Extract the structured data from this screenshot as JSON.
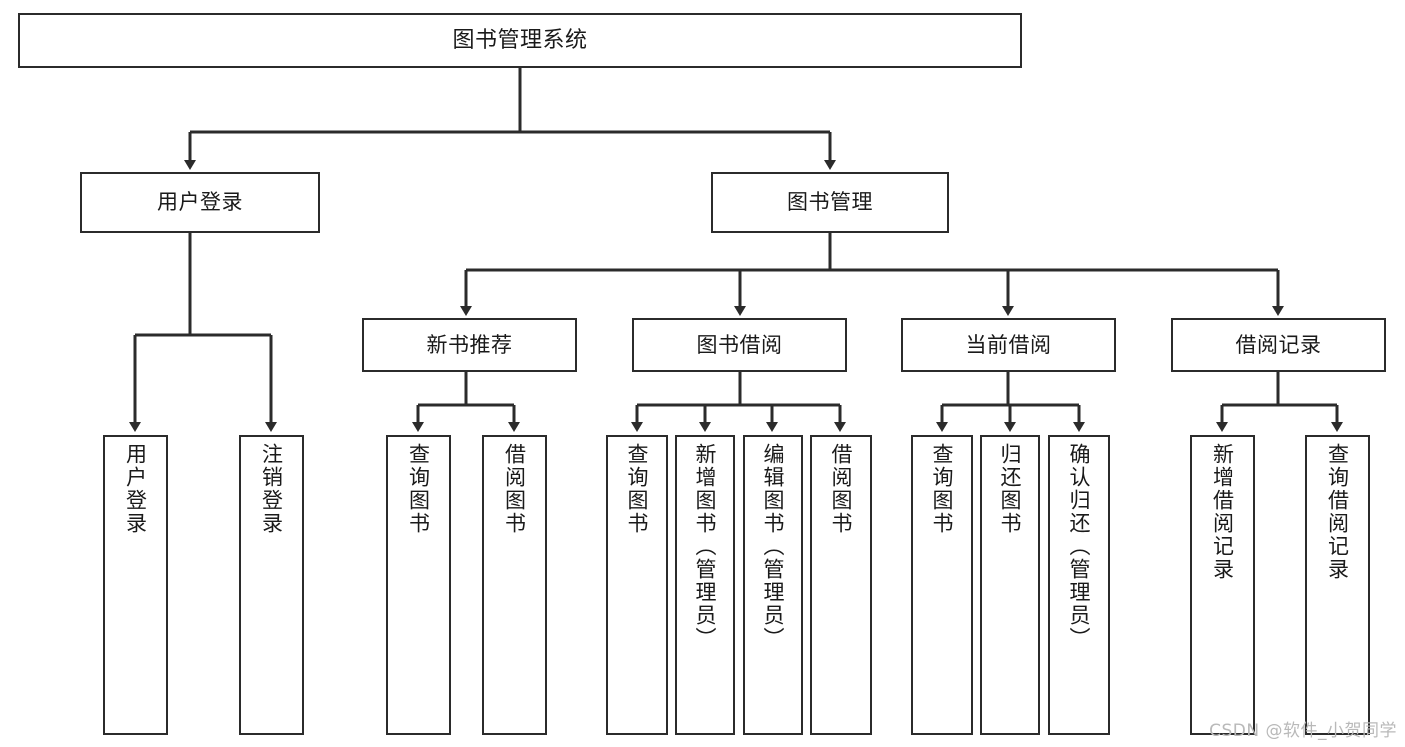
{
  "diagram": {
    "title": "图书管理系统",
    "type": "tree",
    "watermark": "CSDN @软件_小贺同学",
    "colors": {
      "background": "#ffffff",
      "node_fill": "#ffffff",
      "node_stroke": "#2b2b2b",
      "edge_stroke": "#2b2b2b",
      "text": "#1a1a1a",
      "watermark": "#b9b9b9"
    }
  },
  "nodes": {
    "root": {
      "label": "图书管理系统"
    },
    "level2": [
      {
        "id": "user-login",
        "label": "用户登录"
      },
      {
        "id": "book-manage",
        "label": "图书管理"
      }
    ],
    "level3": [
      {
        "id": "new-book-rec",
        "label": "新书推荐"
      },
      {
        "id": "book-borrow",
        "label": "图书借阅"
      },
      {
        "id": "current-borrow",
        "label": "当前借阅"
      },
      {
        "id": "borrow-record",
        "label": "借阅记录"
      }
    ],
    "leaves": {
      "user_login": [
        {
          "id": "leaf-user-login",
          "label": "用户登录"
        },
        {
          "id": "leaf-logout-login",
          "label": "注销登录"
        }
      ],
      "new_book_rec": [
        {
          "id": "leaf-query-book-1",
          "label": "查询图书"
        },
        {
          "id": "leaf-borrow-book-1",
          "label": "借阅图书"
        }
      ],
      "book_borrow": [
        {
          "id": "leaf-query-book-2",
          "label": "查询图书"
        },
        {
          "id": "leaf-add-book",
          "label": "新增图书（管理员）"
        },
        {
          "id": "leaf-edit-book",
          "label": "编辑图书（管理员）"
        },
        {
          "id": "leaf-borrow-book-2",
          "label": "借阅图书"
        }
      ],
      "current_borrow": [
        {
          "id": "leaf-query-book-3",
          "label": "查询图书"
        },
        {
          "id": "leaf-return-book",
          "label": "归还图书"
        },
        {
          "id": "leaf-confirm-return",
          "label": "确认归还（管理员）"
        }
      ],
      "borrow_record": [
        {
          "id": "leaf-add-record",
          "label": "新增借阅记录"
        },
        {
          "id": "leaf-query-record",
          "label": "查询借阅记录"
        }
      ]
    }
  }
}
